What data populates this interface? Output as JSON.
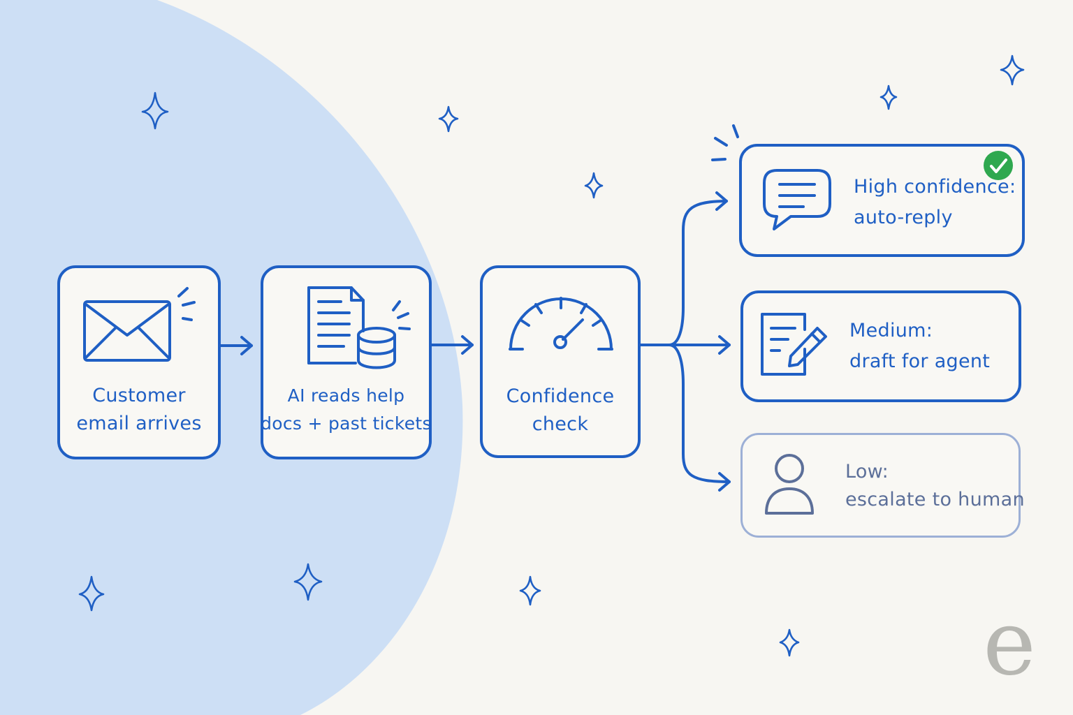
{
  "colors": {
    "ink": "#1f5fc4",
    "muted_ink": "#5c6f99",
    "muted_border": "#9db0d6",
    "background": "#f7f6f2",
    "blob": "#cddff5",
    "check": "#2fa84f"
  },
  "steps": [
    {
      "id": "customer-email",
      "icon": "envelope-icon",
      "line1": "Customer",
      "line2": "email arrives"
    },
    {
      "id": "ai-reads",
      "icon": "documents-database-icon",
      "line1": "AI reads help",
      "line2": "docs + past tickets"
    },
    {
      "id": "confidence-check",
      "icon": "gauge-icon",
      "line1": "Confidence",
      "line2": "check"
    }
  ],
  "outcomes": [
    {
      "id": "high",
      "icon": "chat-bubble-icon",
      "badge": "check-badge-icon",
      "line1": "High confidence:",
      "line2": "auto-reply"
    },
    {
      "id": "medium",
      "icon": "document-pencil-icon",
      "line1": "Medium:",
      "line2": "draft for agent"
    },
    {
      "id": "low",
      "icon": "person-icon",
      "line1": "Low:",
      "line2": "escalate to human"
    }
  ],
  "watermark": "e"
}
